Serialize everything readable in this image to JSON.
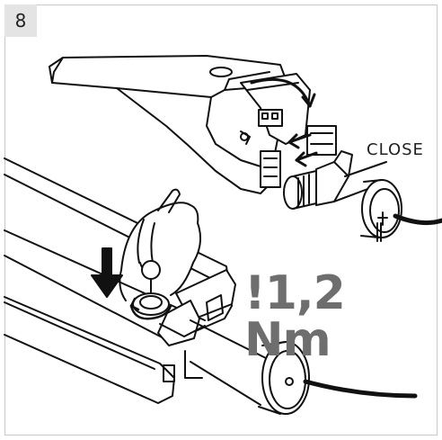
{
  "step": {
    "number": "8"
  },
  "labels": {
    "close": "CLOSE",
    "torque": "!1,2 Nm"
  },
  "colors": {
    "line": "#111111",
    "torque_text": "#6e6e6e",
    "step_bg": "#e4e4e4"
  }
}
